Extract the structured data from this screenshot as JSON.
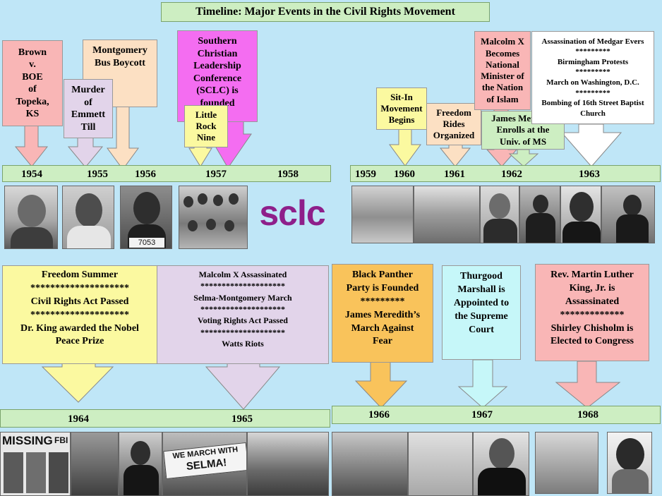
{
  "title": "Timeline: Major Events in the Civil Rights Movement",
  "colors": {
    "background": "#bfe6f7",
    "timeline_bar": "#cdeec2",
    "pink": "#f9b6b6",
    "lavender": "#e2d4ea",
    "peach": "#fce0c3",
    "magenta": "#f46df1",
    "yellow": "#fbf9a0",
    "orange": "#f9c35b",
    "cyan": "#c6f7f9",
    "white": "#ffffff"
  },
  "top_years_left": [
    "1954",
    "1955",
    "1956",
    "1957",
    "1958"
  ],
  "top_years_right": [
    "1959",
    "1960",
    "1961",
    "1962",
    "1963"
  ],
  "bottom_years_left": [
    "1964",
    "1965"
  ],
  "bottom_years_right": [
    "1966",
    "1967",
    "1968"
  ],
  "events_top": {
    "brown": [
      "Brown",
      "v.",
      "BOE",
      "of",
      "Topeka,",
      "KS"
    ],
    "till": [
      "Murder",
      "of",
      "Emmett",
      "Till"
    ],
    "boycott": [
      "Montgomery",
      "Bus Boycott"
    ],
    "sclc": [
      "Southern Christian",
      "Leadership",
      "Conference",
      "(SCLC) is founded"
    ],
    "little_rock": [
      "Little",
      "Rock",
      "Nine"
    ],
    "sit_in": [
      "Sit-In",
      "Movement",
      "Begins"
    ],
    "freedom_rides": [
      "Freedom",
      "Rides",
      "Organized"
    ],
    "malcolm_minister": [
      "Malcolm X",
      "Becomes",
      "National",
      "Minister of",
      "the Nation",
      "of Islam"
    ],
    "meredith": [
      "James Meredith",
      "Enrolls at the",
      "Univ. of MS"
    ],
    "y1963": [
      "Assassination of Medgar Evers",
      "*********",
      "Birmingham Protests",
      "*********",
      "March on Washington, D.C.",
      "*********",
      "Bombing of 16th Street Baptist",
      "Church"
    ]
  },
  "events_bottom": {
    "y1964": [
      "Freedom Summer",
      "********************",
      "Civil Rights Act Passed",
      "********************",
      "Dr. King awarded the Nobel",
      "Peace Prize"
    ],
    "y1965": [
      "Malcolm X Assassinated",
      "********************",
      "Selma-Montgomery March",
      "********************",
      "Voting Rights Act Passed",
      "********************",
      "Watts Riots"
    ],
    "y1966": [
      "Black Panther",
      "Party is Founded",
      "*********",
      "James Meredith’s",
      "March Against",
      "Fear"
    ],
    "y1967": [
      "Thurgood",
      "Marshall is",
      "Appointed to",
      "the Supreme",
      "Court"
    ],
    "y1968": [
      "Rev. Martin Luther",
      "King, Jr. is",
      "Assassinated",
      "*************",
      "Shirley Chisholm is",
      "Elected to Congress"
    ]
  },
  "logo_text": "sclc",
  "poster_missing": "MISSING",
  "poster_fbi": "FBI",
  "sign_march": "WE MARCH WITH",
  "sign_selma": "SELMA!",
  "badge_number": "7053"
}
